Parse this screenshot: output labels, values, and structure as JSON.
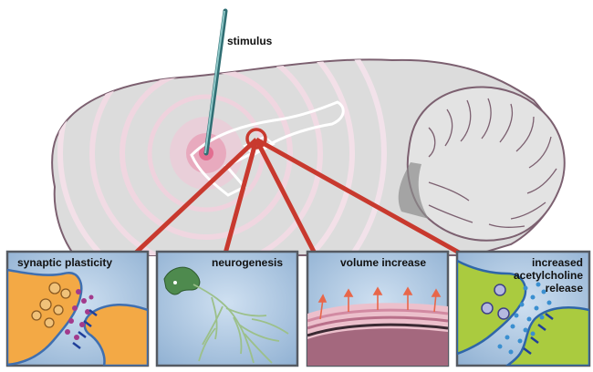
{
  "stimulus": {
    "label": "stimulus"
  },
  "panels": [
    {
      "label_lines": [
        "synaptic plasticity"
      ]
    },
    {
      "label_lines": [
        "neurogenesis"
      ]
    },
    {
      "label_lines": [
        "volume increase"
      ]
    },
    {
      "label_lines": [
        "increased",
        "acetylcholine",
        "release"
      ]
    }
  ],
  "colors": {
    "connector": "#c8392e",
    "brain_fill": "#dcdcdc",
    "brain_outline": "#7c6070",
    "panel_bg": "#a9c6e3",
    "panel_border": "#555a62",
    "stimulus_center": "#e7a3b8"
  }
}
